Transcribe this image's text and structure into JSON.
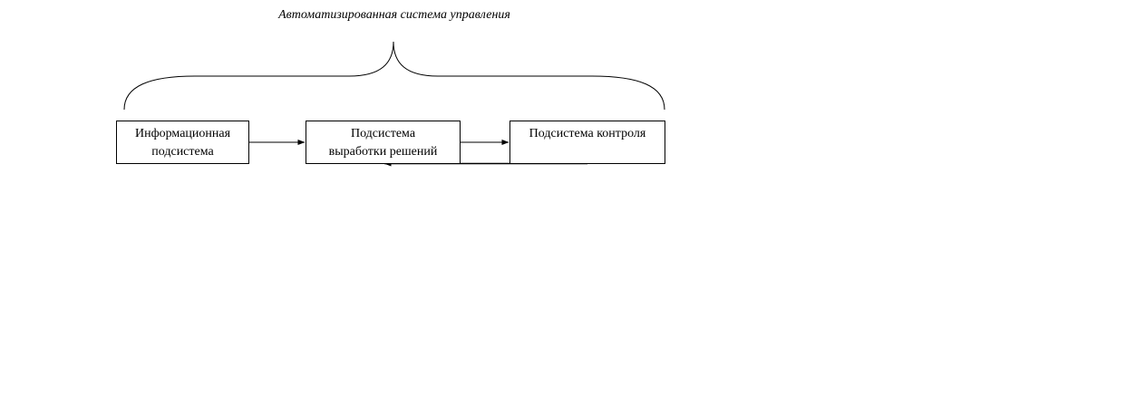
{
  "diagram": {
    "title": "Автоматизированная система управления",
    "boxes": [
      {
        "line1": "Информационная",
        "line2": "подсистема"
      },
      {
        "line1": "Подсистема",
        "line2": "выработки решений"
      },
      {
        "line1": "Подсистема контроля",
        "line2": ""
      }
    ],
    "colors": {
      "stroke": "#000000",
      "background": "#ffffff"
    }
  }
}
